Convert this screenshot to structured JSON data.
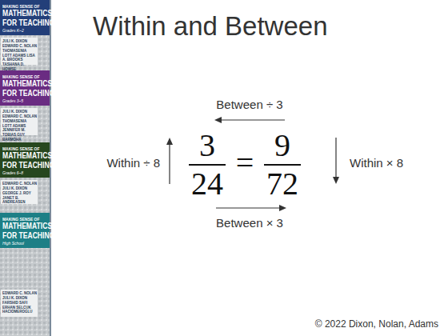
{
  "diagram": {
    "title": "Within and Between",
    "labels": [
      "MAKING SENSE OF",
      "MATHEMATICS",
      "FOR TEACHING",
      "Grades K–2",
      "JULI K. DIXON EDWARD C. NOLAN THOMASENIA LOTT ADAMS LISA A. BROOKS TASHANA D. HOWSE",
      "MAKING SENSE OF",
      "MATHEMATICS",
      "FOR TEACHING",
      "Grades 3–5",
      "JULI K. DIXON EDWARD C. NOLAN THOMASENIA LOTT ADAMS JENNIFER M. TOBIAS GUY BARMOHA",
      "MAKING SENSE OF",
      "MATHEMATICS",
      "FOR TEACHING",
      "Grades 6–8",
      "EDWARD C. NOLAN JULI K. DIXON GEORGE J. ROY JANET B. ANDREASEN",
      "MAKING SENSE OF",
      "MATHEMATICS",
      "FOR TEACHING",
      "High School",
      "EDWARD C. NOLAN JULI K. DIXON FARSHID SAFI ERHAN SELCUK HACIOMEROGLU",
      "Between ÷ 3",
      "Within ÷ 8",
      "3",
      "24",
      "=",
      "9",
      "72",
      "Within × 8",
      "Between × 3",
      "© 2022 Dixon, Nolan, Adams"
    ]
  }
}
